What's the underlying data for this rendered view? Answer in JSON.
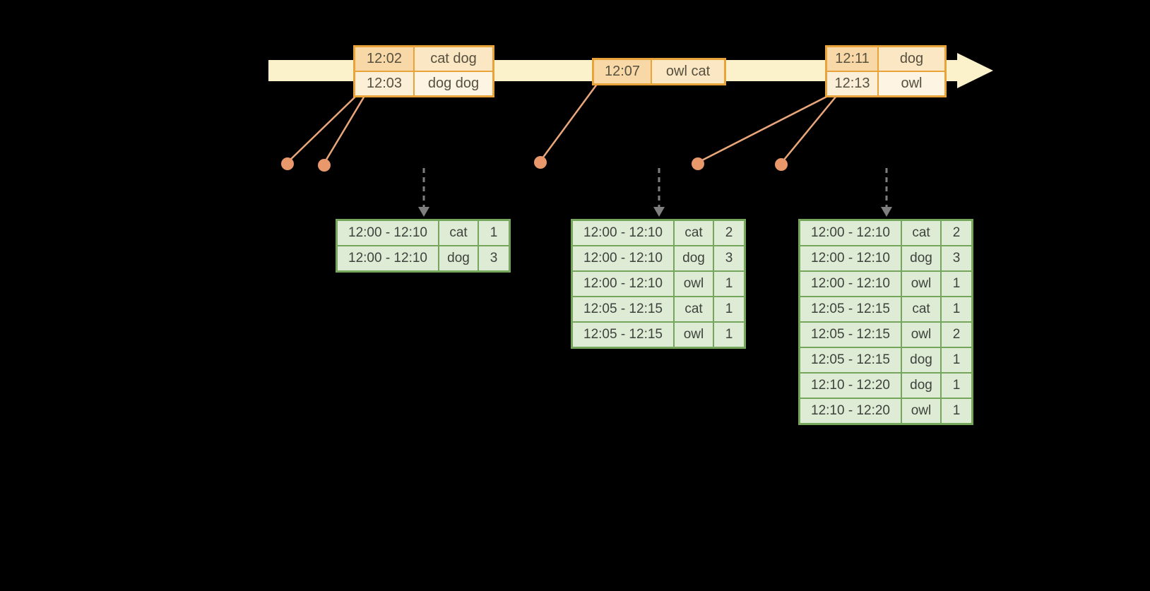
{
  "colors": {
    "background": "#000000",
    "timeline_fill": "#FBF1CB",
    "event_border": "#E9A33B",
    "event_time_bg": "#F9D8A8",
    "event_word_bg": "#FBE7C4",
    "connector_line": "#E9A77B",
    "event_dot": "#E8986B",
    "arrow_gray": "#7F7F7F",
    "result_border": "#76A65B",
    "result_cell_bg": "#DEEBD5"
  },
  "event_tables": [
    {
      "rows": [
        {
          "time": "12:02",
          "words": "cat dog"
        },
        {
          "time": "12:03",
          "words": "dog dog"
        }
      ]
    },
    {
      "rows": [
        {
          "time": "12:07",
          "words": "owl cat"
        }
      ]
    },
    {
      "rows": [
        {
          "time": "12:11",
          "words": "dog"
        },
        {
          "time": "12:13",
          "words": "owl"
        }
      ]
    }
  ],
  "result_tables": [
    {
      "rows": [
        {
          "window": "12:00 - 12:10",
          "word": "cat",
          "count": "1"
        },
        {
          "window": "12:00 - 12:10",
          "word": "dog",
          "count": "3"
        }
      ]
    },
    {
      "rows": [
        {
          "window": "12:00 - 12:10",
          "word": "cat",
          "count": "2"
        },
        {
          "window": "12:00 - 12:10",
          "word": "dog",
          "count": "3"
        },
        {
          "window": "12:00 - 12:10",
          "word": "owl",
          "count": "1"
        },
        {
          "window": "12:05 - 12:15",
          "word": "cat",
          "count": "1"
        },
        {
          "window": "12:05 - 12:15",
          "word": "owl",
          "count": "1"
        }
      ]
    },
    {
      "rows": [
        {
          "window": "12:00 - 12:10",
          "word": "cat",
          "count": "2"
        },
        {
          "window": "12:00 - 12:10",
          "word": "dog",
          "count": "3"
        },
        {
          "window": "12:00 - 12:10",
          "word": "owl",
          "count": "1"
        },
        {
          "window": "12:05 - 12:15",
          "word": "cat",
          "count": "1"
        },
        {
          "window": "12:05 - 12:15",
          "word": "owl",
          "count": "2"
        },
        {
          "window": "12:05 - 12:15",
          "word": "dog",
          "count": "1"
        },
        {
          "window": "12:10 - 12:20",
          "word": "dog",
          "count": "1"
        },
        {
          "window": "12:10 - 12:20",
          "word": "owl",
          "count": "1"
        }
      ]
    }
  ]
}
